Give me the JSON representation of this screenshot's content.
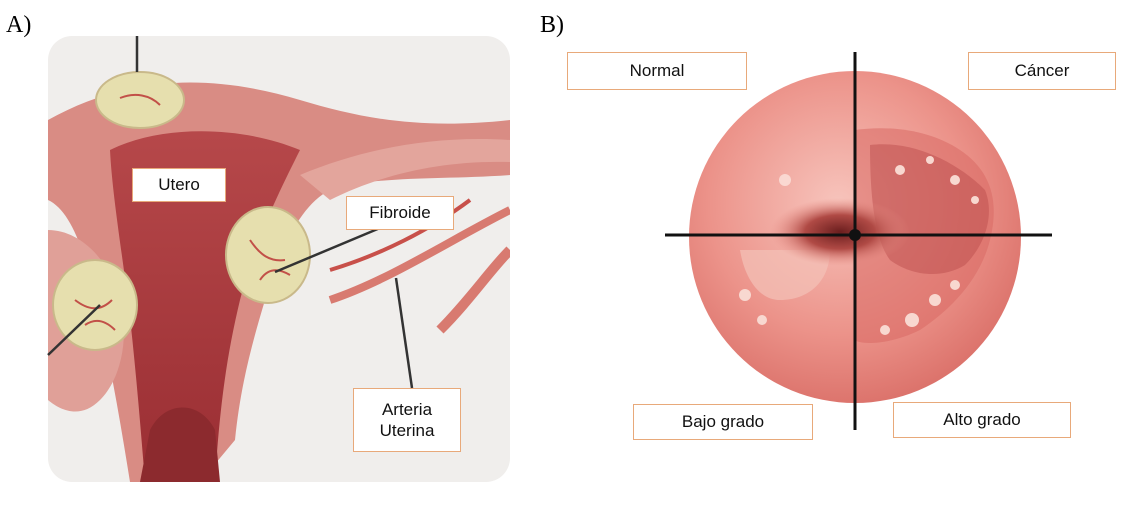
{
  "panel_a": {
    "label": "A)",
    "labels": {
      "uterus": "Utero",
      "fibroid": "Fibroide",
      "artery_line1": "Arteria",
      "artery_line2": "Uterina"
    }
  },
  "panel_b": {
    "label": "B)",
    "labels": {
      "normal": "Normal",
      "cancer": "Cáncer",
      "low_grade": "Bajo grado",
      "high_grade": "Alto grado"
    }
  },
  "colors": {
    "tag_border": "#e8a97a",
    "tissue_pink": "#d88a84",
    "uterus_dark": "#a8373a",
    "fibroid": "#e8e2b4",
    "cervix_pink": "#f0a49c"
  }
}
